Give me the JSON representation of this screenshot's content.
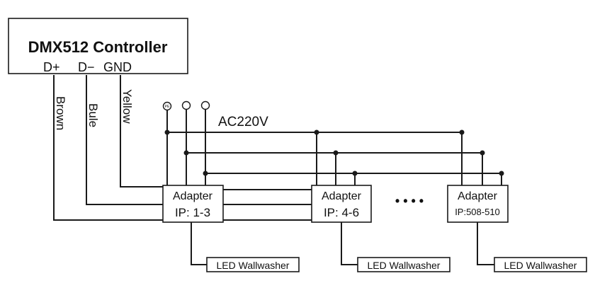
{
  "controller": {
    "title": "DMX512 Controller",
    "pins": [
      "D+",
      "D−",
      "GND"
    ]
  },
  "wires": {
    "brown": "Brown",
    "bule": "Bule",
    "yellow": "Yellow"
  },
  "power": {
    "label": "AC220V",
    "ground_symbol": "PE"
  },
  "adapters": [
    {
      "label": "Adapter",
      "ip": "IP: 1-3"
    },
    {
      "label": "Adapter",
      "ip": "IP: 4-6"
    },
    {
      "label": "Adapter",
      "ip": "IP:508-510"
    }
  ],
  "ellipsis": "• • • •",
  "led": [
    "LED Wallwasher",
    "LED Wallwasher",
    "LED Wallwasher"
  ],
  "colors": {
    "line": "#1a1a1a",
    "background": "#ffffff"
  }
}
